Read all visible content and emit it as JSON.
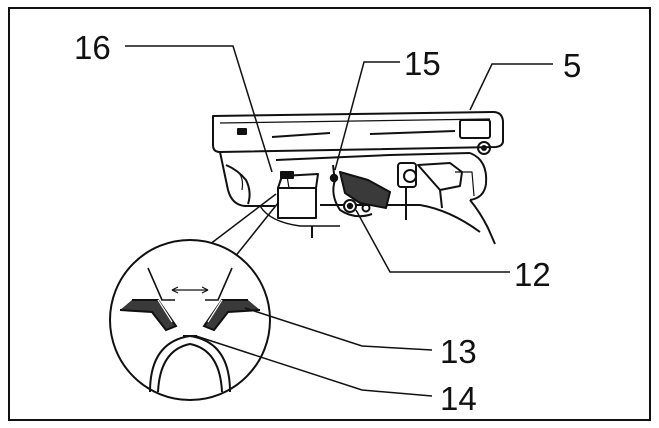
{
  "callouts": {
    "c16": "16",
    "c15": "15",
    "c5": "5",
    "c12": "12",
    "c13": "13",
    "c14": "14"
  },
  "colors": {
    "ink": "#111111",
    "paper": "#ffffff",
    "shade": "#3a3a3a"
  }
}
